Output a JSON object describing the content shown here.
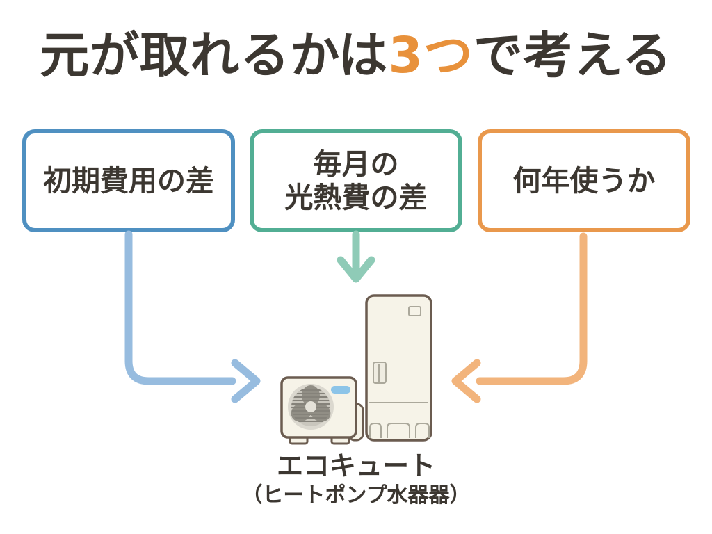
{
  "title": {
    "prefix": "元が取れるかは",
    "highlight": "3つ",
    "suffix": "で考える",
    "text_color": "#3c3731",
    "highlight_color": "#e8913b"
  },
  "boxes": [
    {
      "id": "initial-cost",
      "lines": [
        "初期費用の差"
      ],
      "border_color": "#4f90c1"
    },
    {
      "id": "monthly-utility",
      "lines": [
        "毎月の",
        "光熱費の差"
      ],
      "border_color": "#52ae94"
    },
    {
      "id": "years-of-use",
      "lines": [
        "何年使うか"
      ],
      "border_color": "#e9984c"
    }
  ],
  "arrows": [
    {
      "from": "initial-cost",
      "direction": "down-then-right",
      "color": "#97bcdf"
    },
    {
      "from": "monthly-utility",
      "direction": "down",
      "color": "#8fcbb7"
    },
    {
      "from": "years-of-use",
      "direction": "down-then-left",
      "color": "#f2b47c"
    }
  ],
  "caption": {
    "line1": "エコキュート",
    "line2": "（ヒートポンプ水器器）",
    "text_color": "#3c3731"
  },
  "illustration": {
    "name": "ecocute-heat-pump-and-water-tank",
    "outline_color": "#6b5c50",
    "body_color": "#f6f3e8",
    "label_color": "#8cc4e8"
  }
}
